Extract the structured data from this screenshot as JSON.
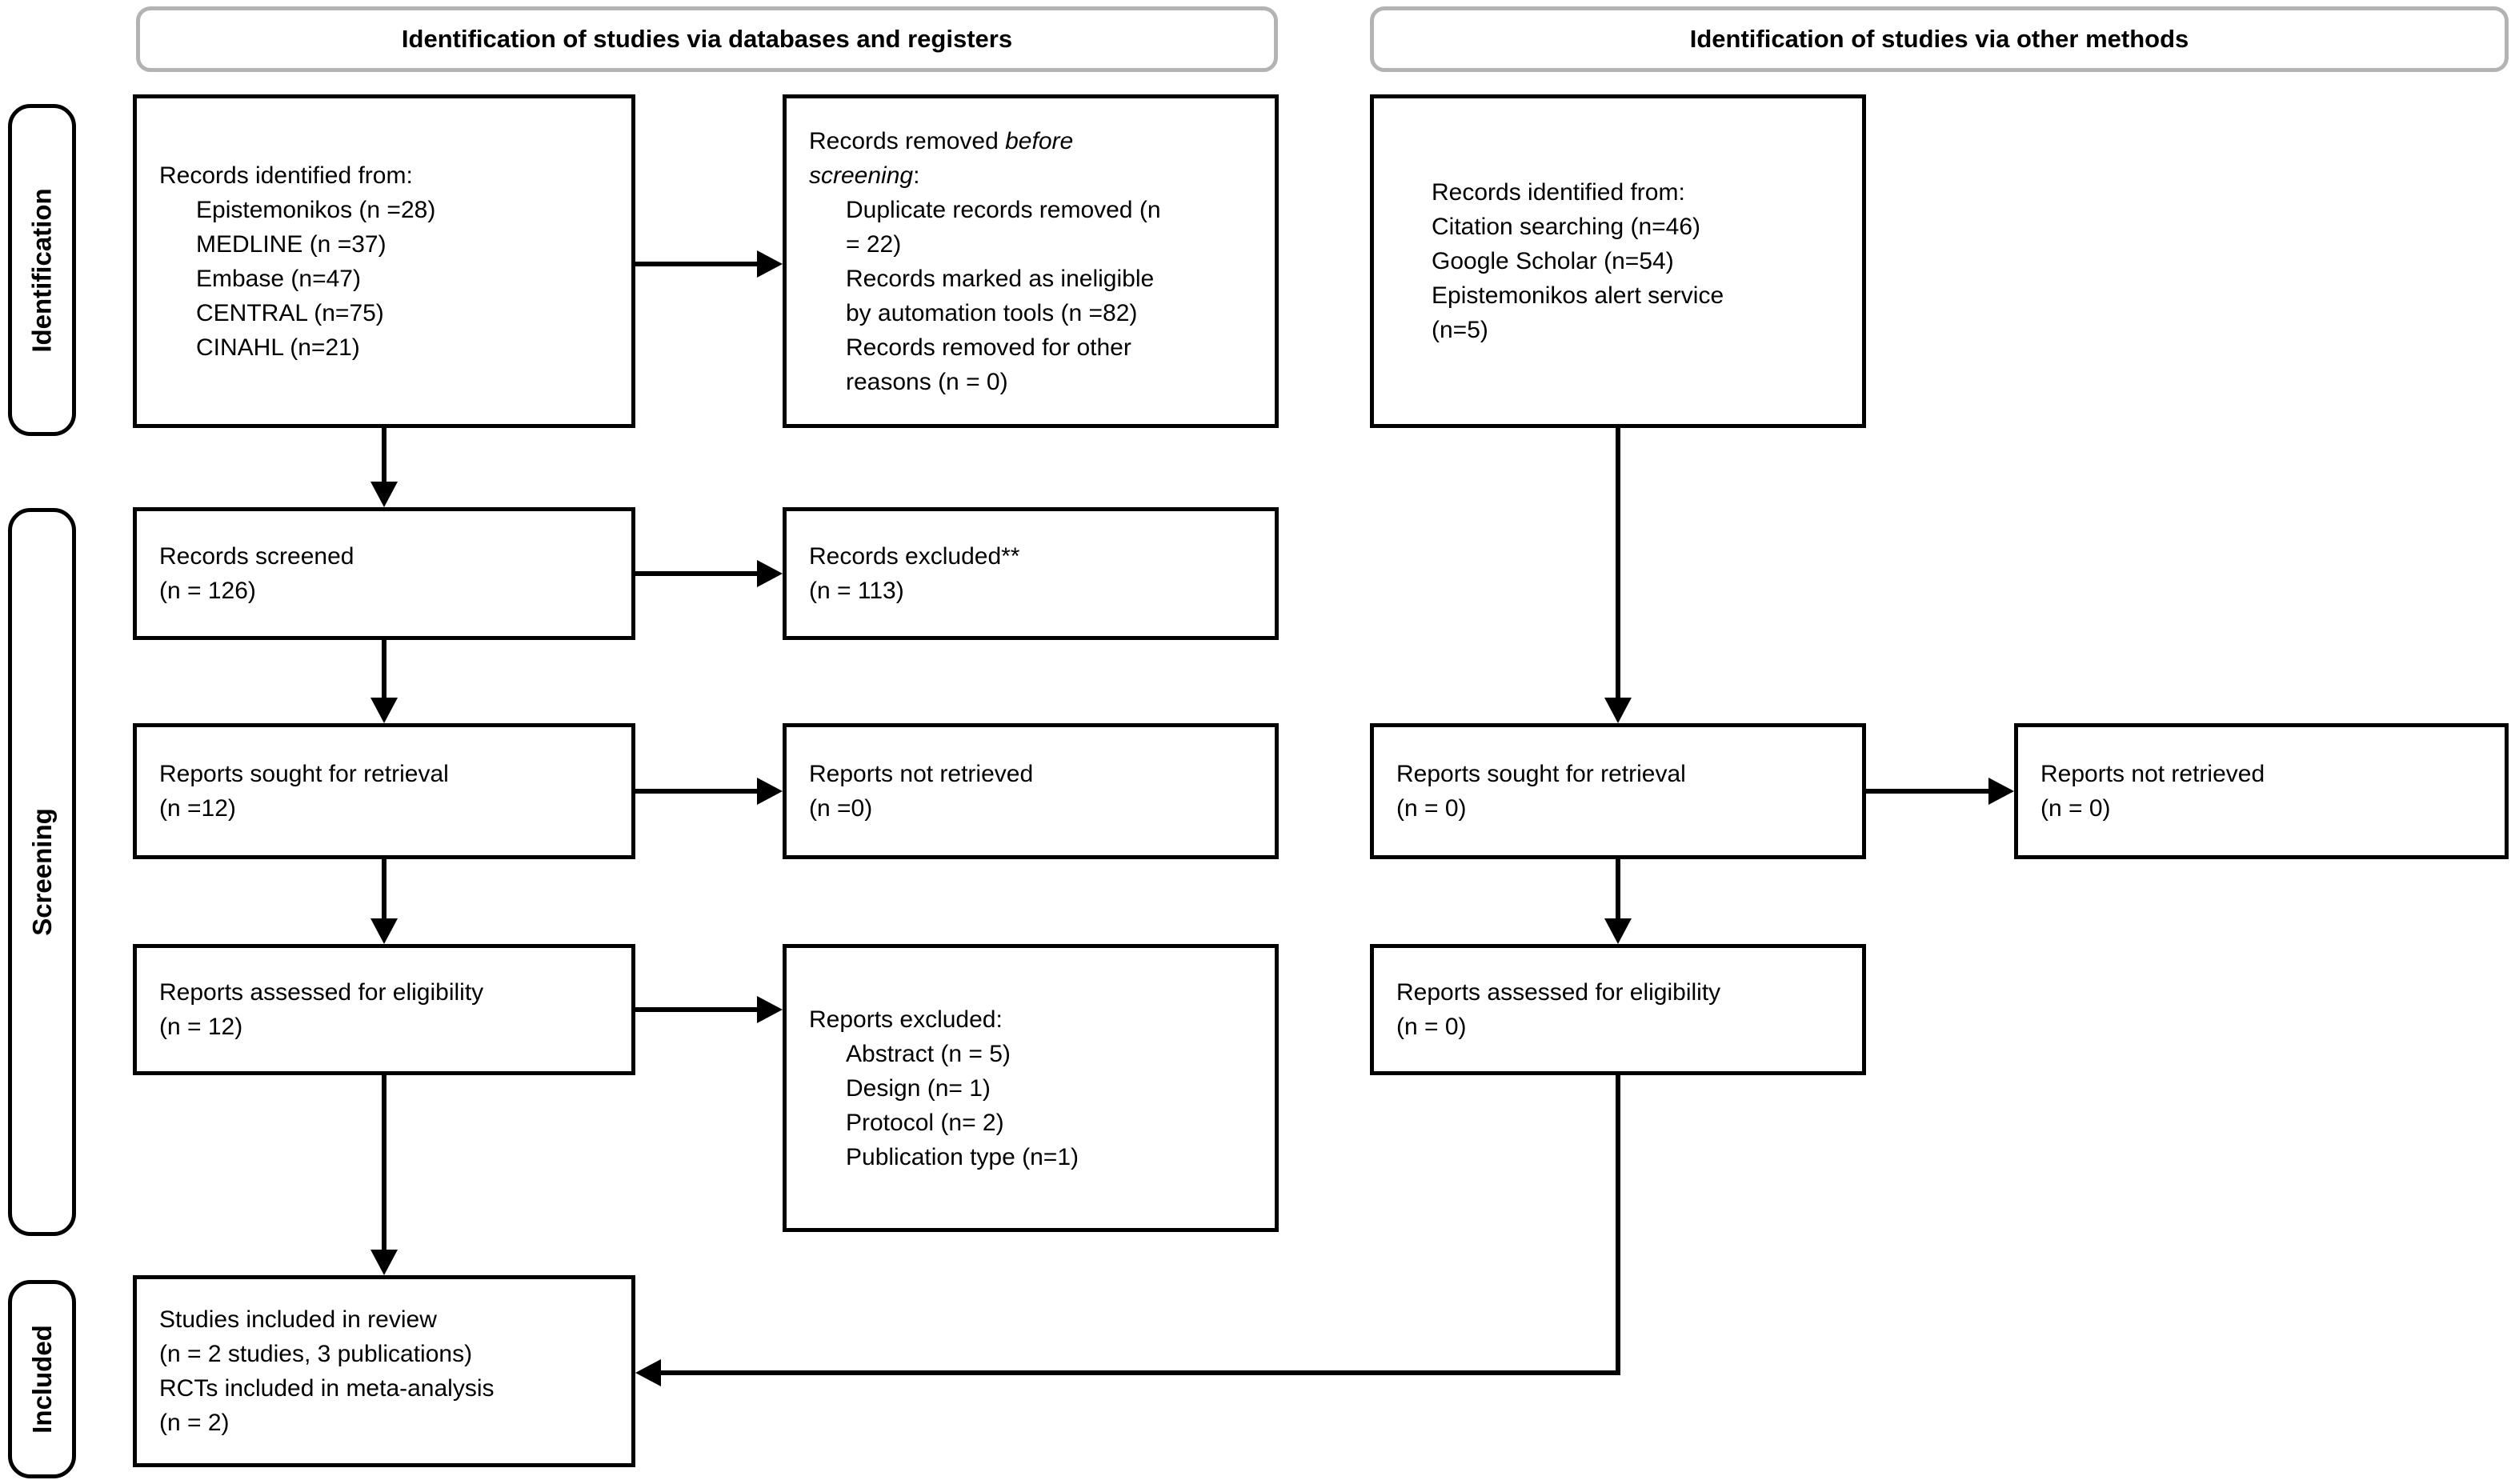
{
  "colors": {
    "background": "#ffffff",
    "box_border": "#000000",
    "header_border": "#b3b3b3",
    "text": "#000000",
    "arrow": "#000000"
  },
  "headers": {
    "databases": "Identification of studies via databases and registers",
    "other_methods": "Identification of studies via other methods"
  },
  "stages": {
    "identification": "Identification",
    "screening": "Screening",
    "included": "Included"
  },
  "boxes": {
    "db_records_identified": {
      "title": "Records identified from:",
      "items": [
        "Epistemonikos (n =28)",
        "MEDLINE (n =37)",
        "Embase (n=47)",
        "CENTRAL (n=75)",
        "CINAHL (n=21)"
      ]
    },
    "records_removed": {
      "title_regular": "Records removed ",
      "title_italic_line1": "before",
      "title_italic_line2": "screening",
      "title_suffix": ":",
      "items": [
        "Duplicate records removed (n",
        "= 22)",
        "Records marked as ineligible",
        "by automation tools (n =82)",
        "Records removed for other",
        "reasons (n = 0)"
      ]
    },
    "other_records_identified": {
      "lines": [
        "Records identified from:",
        "Citation searching (n=46)",
        "Google Scholar (n=54)",
        "Epistemonikos alert service",
        "(n=5)"
      ]
    },
    "records_screened": {
      "lines": [
        "Records screened",
        "(n = 126)"
      ]
    },
    "records_excluded": {
      "lines": [
        "Records excluded**",
        "(n = 113)"
      ]
    },
    "reports_sought_db": {
      "lines": [
        "Reports sought for retrieval",
        "(n =12)"
      ]
    },
    "reports_not_retrieved_db": {
      "lines": [
        "Reports not retrieved",
        "(n =0)"
      ]
    },
    "reports_sought_other": {
      "lines": [
        "Reports sought for retrieval",
        "(n = 0)"
      ]
    },
    "reports_not_retrieved_other": {
      "lines": [
        "Reports not retrieved",
        "(n = 0)"
      ]
    },
    "reports_assessed_db": {
      "lines": [
        "Reports assessed for eligibility",
        "(n = 12)"
      ]
    },
    "reports_excluded": {
      "title": "Reports excluded:",
      "items": [
        "Abstract (n = 5)",
        "Design (n= 1)",
        "Protocol (n= 2)",
        "Publication type (n=1)"
      ]
    },
    "reports_assessed_other": {
      "lines": [
        "Reports assessed for eligibility",
        "(n = 0)"
      ]
    },
    "studies_included": {
      "lines": [
        "Studies included in review",
        "(n = 2 studies, 3 publications)",
        "RCTs included in meta-analysis",
        "(n = 2)"
      ]
    }
  }
}
